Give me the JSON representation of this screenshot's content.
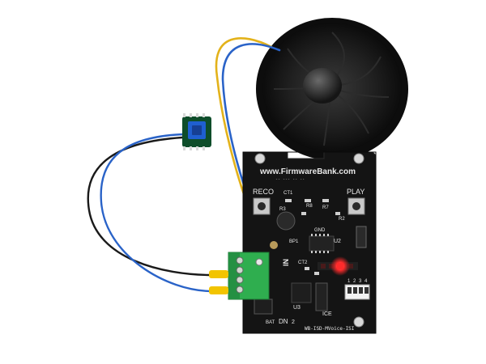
{
  "board": {
    "url": "www.FirmwareBank.com",
    "serial": "WB-ISD-MVoice-ISI",
    "btn_reco": "RECO",
    "btn_play": "PLAY",
    "lbl_ct1": "CT1",
    "lbl_ct2": "CT2",
    "lbl_r3": "R3",
    "lbl_r7": "R7",
    "lbl_r8": "R8",
    "lbl_r2": "R2",
    "lbl_bp1": "BP1",
    "lbl_u2": "U2",
    "lbl_u3": "U3",
    "lbl_gnd": "GND",
    "lbl_ice": "ICE",
    "lbl_in": "IN",
    "lbl_bat": "BAT",
    "lbl_dn": "DN",
    "lbl_dn_num": "2",
    "dip_nums": [
      "1",
      "2",
      "3",
      "4"
    ]
  },
  "colors": {
    "pcb": "#141414",
    "speaker": "#1a1a1a",
    "terminal": "#2fae4f",
    "led": "#ff2b2b",
    "switch": "#1f5fd0",
    "wire_blue": "#2a63c8",
    "wire_yellow": "#e3b21a",
    "wire_black": "#1a1a1a"
  }
}
